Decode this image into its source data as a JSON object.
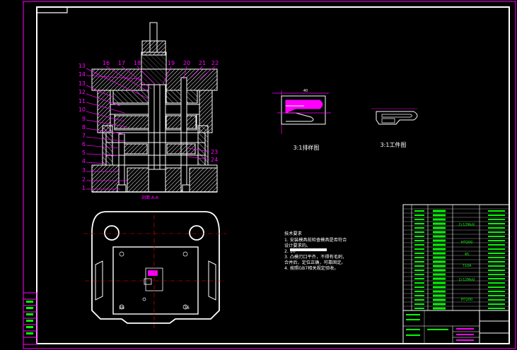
{
  "colors": {
    "background": "#000000",
    "frame": "#ff00ff",
    "outline": "#ffffff",
    "callout": "#ff00ff",
    "hatch": "#ffffff",
    "text": "#ffffff",
    "table_green": "#00ff00",
    "center_line": "#ff0000"
  },
  "section_view": {
    "callouts_left": [
      "13",
      "14",
      "13",
      "12",
      "11",
      "10",
      "9",
      "8",
      "7",
      "6",
      "5",
      "4",
      "3",
      "2",
      "1"
    ],
    "callouts_top": [
      "16",
      "17",
      "18",
      "19",
      "20",
      "21",
      "22"
    ],
    "callouts_right": [
      "23",
      "24"
    ],
    "caption": "剖面 A-A"
  },
  "strip_layout": {
    "caption": "3:1排样图",
    "dimension": "40"
  },
  "workpiece": {
    "caption": "3:1工件图"
  },
  "plan_view": {
    "dimensions": [
      "36",
      "36"
    ]
  },
  "notes": {
    "title": "技术要求",
    "lines": [
      "1. 安装模具前检查模具是否符合",
      "设计要求的。",
      "2.                 10",
      "3. 凸模刃口平齐，不得有毛刺，",
      "合并后，定位正确，可靠固定。",
      "4. 按照GB7相关规定验收。"
    ]
  },
  "bom": {
    "materials": [
      "Cr12MoV",
      "HT200",
      "45",
      "T10A",
      "Cr12MoV",
      "HT200"
    ]
  }
}
